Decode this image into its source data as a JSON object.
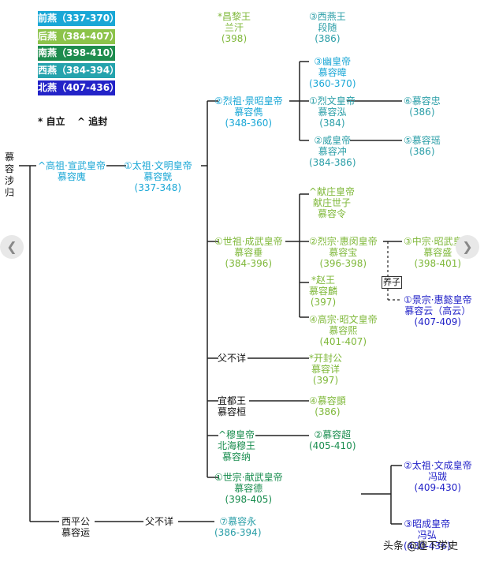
{
  "legend": [
    {
      "label": "前燕（337-370）",
      "color": "#1aa7d6"
    },
    {
      "label": "后燕（384-407）",
      "color": "#8cc34a"
    },
    {
      "label": "南燕（398-410）",
      "color": "#1e8c4e"
    },
    {
      "label": "西燕（384-394）",
      "color": "#25a3ad"
    },
    {
      "label": "北燕（407-436）",
      "color": "#2323c8"
    }
  ],
  "notes": {
    "zili": "* 自立",
    "zhuifeng": "^ 追封"
  },
  "nodes": {
    "shegui": "慕容涉归",
    "hui": [
      "^高祖·宣武皇帝",
      "慕容廆"
    ],
    "huang": [
      "①太祖·文明皇帝",
      "慕容皝",
      "(337-348)"
    ],
    "lanhan": [
      "*昌黎王",
      "兰汗",
      "(398)"
    ],
    "duansui": [
      "③西燕王",
      "段随",
      "(386)"
    ],
    "jun": [
      "②烈祖·景昭皇帝",
      "慕容儁",
      "(348-360)"
    ],
    "wei": [
      "③幽皇帝",
      "慕容暐",
      "(360-370)"
    ],
    "hong": [
      "①烈文皇帝",
      "慕容泓",
      "(384)"
    ],
    "zhong": [
      "⑥慕容忠",
      "(386)"
    ],
    "chong": [
      "②威皇帝",
      "慕容冲",
      "(384-386)"
    ],
    "yao": [
      "⑤慕容瑶",
      "(386)"
    ],
    "ling": [
      "^献庄皇帝",
      "献庄世子",
      "慕容令"
    ],
    "chui": [
      "①世祖·成武皇帝",
      "慕容垂",
      "(384-396)"
    ],
    "bao": [
      "②烈宗·惠闵皇帝",
      "慕容宝",
      "(396-398)"
    ],
    "sheng": [
      "③中宗·昭武皇帝",
      "慕容盛",
      "(398-401)"
    ],
    "yangzi": "养子",
    "yun": [
      "①景宗·惠懿皇帝",
      "慕容云（高云）",
      "(407-409)"
    ],
    "lin": [
      "*赵王",
      "慕容麟",
      "(397)"
    ],
    "xi": [
      "④高宗·昭文皇帝",
      "慕容熙",
      "(401-407)"
    ],
    "fubuxiang1": "父不详",
    "yong": [
      "*开封公",
      "慕容详",
      "(397)"
    ],
    "huan": [
      "宜都王",
      "慕容桓"
    ],
    "yi": [
      "④慕容顗",
      "(386)"
    ],
    "na": [
      "^穆皇帝",
      "北海穆王",
      "慕容纳"
    ],
    "chao": [
      "②慕容超",
      "(405-410)"
    ],
    "de": [
      "①世宗·献武皇帝",
      "慕容德",
      "(398-405)"
    ],
    "ba": [
      "②太祖·文成皇帝",
      "冯跋",
      "(409-430)"
    ],
    "hongb": [
      "③昭成皇帝",
      "冯弘",
      "(430-436)"
    ],
    "yun2": [
      "西平公",
      "慕容运"
    ],
    "fubuxiang2": "父不详",
    "yongb": [
      "⑦慕容永",
      "(386-394)"
    ]
  },
  "watermark": "头条 @趣下学史"
}
